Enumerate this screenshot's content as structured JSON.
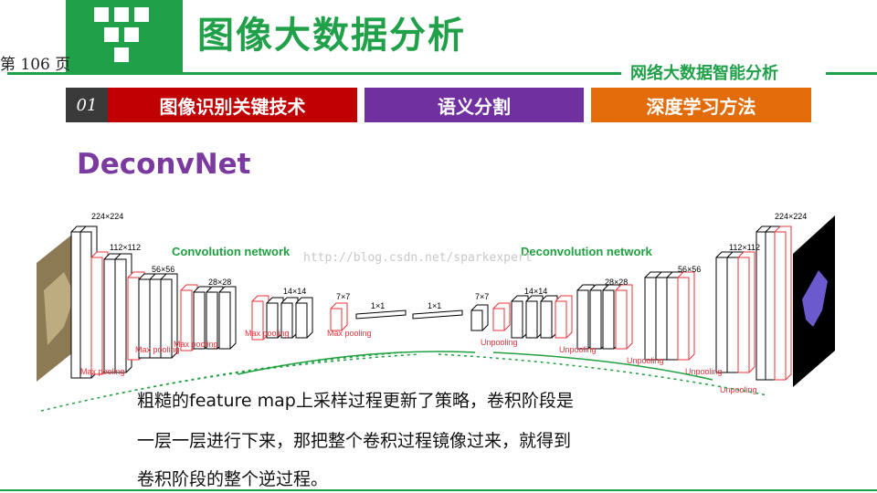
{
  "header": {
    "title": "图像大数据分析",
    "page_number": "第 106 页",
    "subtitle": "网络大数据智能分析"
  },
  "tabs": [
    {
      "index": "01",
      "label": "图像识别关键技术",
      "color": "#c00000"
    },
    {
      "label": "语义分割",
      "color": "#7030a0"
    },
    {
      "label": "深度学习方法",
      "color": "#e36c0a"
    }
  ],
  "section": {
    "heading": "DeconvNet"
  },
  "diagram": {
    "conv_title": "Convolution network",
    "deconv_title": "Deconvolution network",
    "watermark": "http://blog.csdn.net/sparkexpert",
    "sizes_left": [
      "224×224",
      "112×112",
      "56×56",
      "28×28",
      "14×14",
      "7×7",
      "1×1"
    ],
    "sizes_right": [
      "1×1",
      "7×7",
      "14×14",
      "28×28",
      "56×56",
      "112×112",
      "224×224"
    ],
    "pool_label": "Max pooling",
    "unpool_label": "Unpooling"
  },
  "caption": [
    "粗糙的feature map上采样过程更新了策略，卷积阶段是",
    "一层一层进行下来，那把整个卷积过程镜像过来，就得到",
    "卷积阶段的整个逆过程。"
  ],
  "colors": {
    "accent_green": "#21a04a",
    "heading_purple": "#7a3aa0",
    "pool_red": "#e8333a",
    "deconv_green": "#20a040"
  }
}
